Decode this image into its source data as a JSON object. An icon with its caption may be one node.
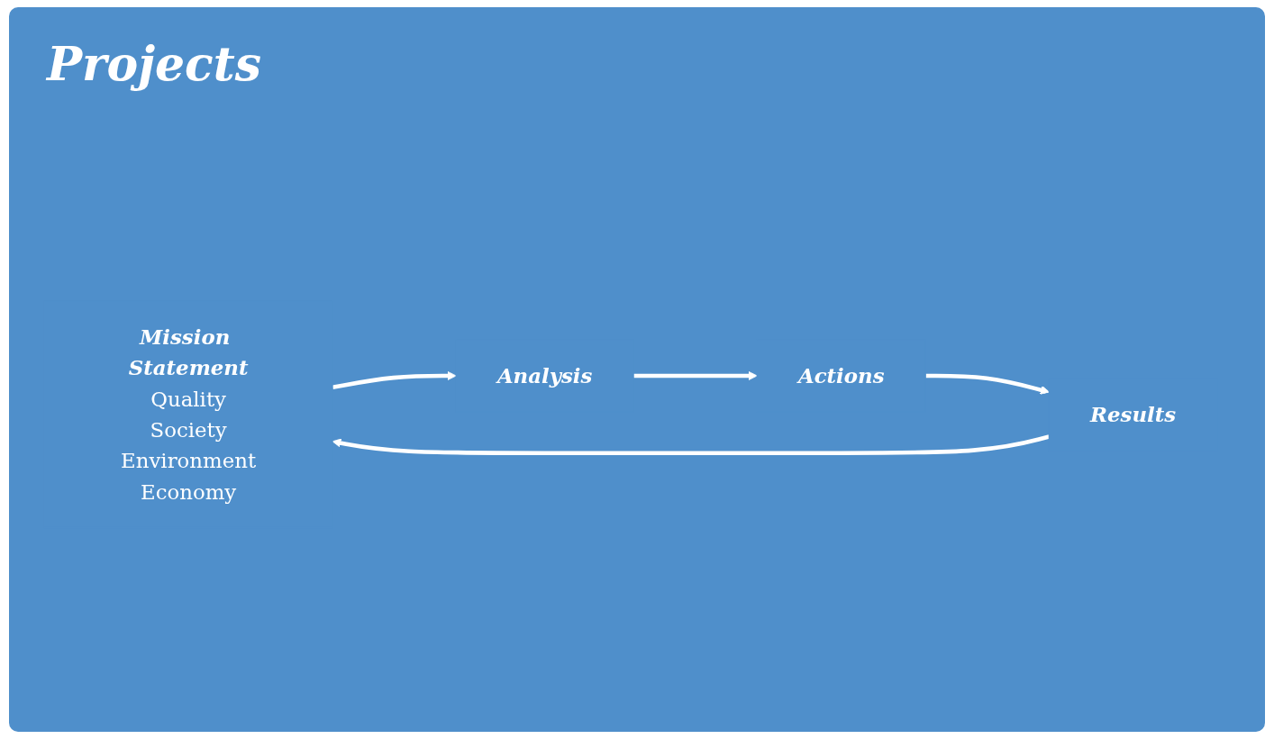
{
  "diagram": {
    "title": "Projects",
    "nodes": [
      {
        "text": [
          "Mission Statement",
          "Quality",
          "Society",
          "Environment",
          "Economy"
        ]
      },
      {
        "text": [
          "Analysis"
        ]
      },
      {
        "text": [
          "Actions"
        ]
      },
      {
        "text": [
          "Results"
        ]
      }
    ],
    "edges": [
      {
        "from": 0,
        "to": 1,
        "arrow": "to"
      },
      {
        "from": 1,
        "to": 2,
        "arrow": "to"
      },
      {
        "from": 2,
        "to": 3,
        "arrow": "to"
      },
      {
        "from": 3,
        "to": 0,
        "arrow": "to"
      }
    ]
  }
}
